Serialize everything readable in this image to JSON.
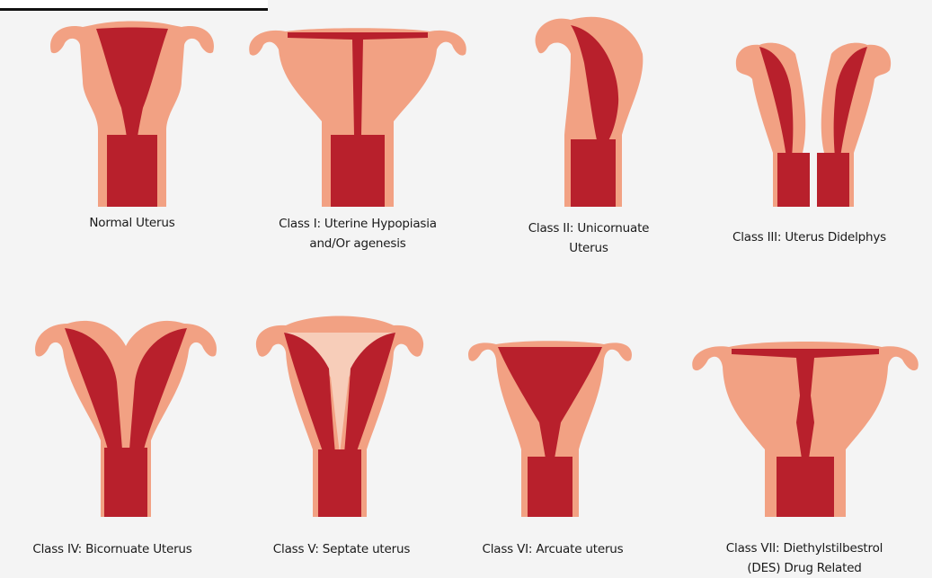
{
  "colors": {
    "tissue": "#F2A183",
    "cavity": "#B8202C",
    "septum": "#F7CDB9",
    "background": "#F4F4F4"
  },
  "captions": {
    "normal": [
      "Normal Uterus"
    ],
    "class1": [
      "Class I: Uterine Hypopiasia",
      "and/Or agenesis"
    ],
    "class2": [
      "Class II: Unicornuate",
      "Uterus"
    ],
    "class3": [
      "Class III: Uterus Didelphys"
    ],
    "class4": [
      "Class IV: Bicornuate Uterus"
    ],
    "class5": [
      "Class V: Septate uterus"
    ],
    "class6": [
      "Class VI: Arcuate uterus"
    ],
    "class7": [
      "Class VII: Diethylstilbestrol",
      "(DES) Drug Related"
    ]
  }
}
